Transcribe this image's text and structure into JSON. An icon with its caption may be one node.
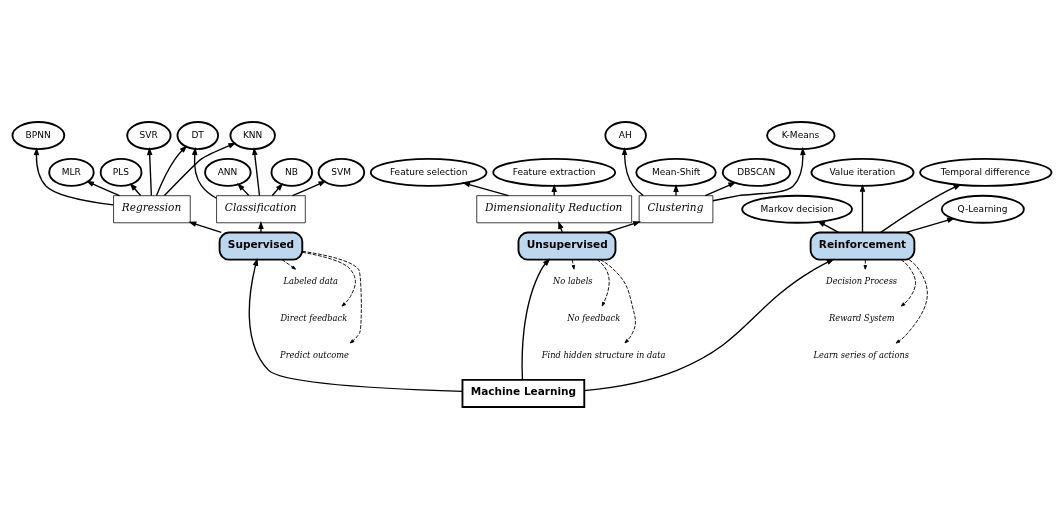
{
  "diagram": {
    "nodes": [
      {
        "text": [
          "Machine Learning"
        ]
      },
      {
        "text": [
          "Supervised"
        ]
      },
      {
        "text": [
          "Unsupervised"
        ]
      },
      {
        "text": [
          "Reinforcement"
        ]
      },
      {
        "text": [
          "Regression"
        ]
      },
      {
        "text": [
          "Classification"
        ]
      },
      {
        "text": [
          "MLR"
        ]
      },
      {
        "text": [
          "PLS"
        ]
      },
      {
        "text": [
          "SVR"
        ]
      },
      {
        "text": [
          "BPNN"
        ]
      },
      {
        "text": [
          "DT"
        ]
      },
      {
        "text": [
          "KNN"
        ]
      },
      {
        "text": [
          "ANN"
        ]
      },
      {
        "text": [
          "NB"
        ]
      },
      {
        "text": [
          "SVM"
        ]
      },
      {
        "text": [
          "Dimensionality Reduction"
        ]
      },
      {
        "text": [
          "Clustering"
        ]
      },
      {
        "text": [
          "Feature extraction"
        ]
      },
      {
        "text": [
          "Feature selection"
        ]
      },
      {
        "text": [
          "K-Means"
        ]
      },
      {
        "text": [
          "AH"
        ]
      },
      {
        "text": [
          "Mean-Shift"
        ]
      },
      {
        "text": [
          "DBSCAN"
        ]
      },
      {
        "text": [
          "Markov decision"
        ]
      },
      {
        "text": [
          "Value iteration"
        ]
      },
      {
        "text": [
          "Temporal difference"
        ]
      },
      {
        "text": [
          "Q-Learning"
        ]
      },
      {
        "text": [
          "Labeled data"
        ]
      },
      {
        "text": [
          "Direct feedback"
        ]
      },
      {
        "text": [
          "Predict outcome"
        ]
      },
      {
        "text": [
          "No labels"
        ]
      },
      {
        "text": [
          "No feedback"
        ]
      },
      {
        "text": [
          "Find hidden structure in data"
        ]
      },
      {
        "text": [
          "Decision Process"
        ]
      },
      {
        "text": [
          "Reward System"
        ]
      },
      {
        "text": [
          "Learn series of actions"
        ]
      }
    ],
    "edges": [
      {
        "from": 0,
        "to": 1,
        "arrow": "to"
      },
      {
        "from": 0,
        "to": 2,
        "arrow": "to"
      },
      {
        "from": 0,
        "to": 3,
        "arrow": "to"
      },
      {
        "from": 1,
        "to": 4,
        "arrow": "to"
      },
      {
        "from": 1,
        "to": 5,
        "arrow": "to"
      },
      {
        "from": 4,
        "to": 6,
        "arrow": "to"
      },
      {
        "from": 4,
        "to": 7,
        "arrow": "to"
      },
      {
        "from": 4,
        "to": 8,
        "arrow": "to"
      },
      {
        "from": 4,
        "to": 9,
        "arrow": "to"
      },
      {
        "from": 4,
        "to": 10,
        "arrow": "to"
      },
      {
        "from": 4,
        "to": 11,
        "arrow": "to"
      },
      {
        "from": 5,
        "to": 10,
        "arrow": "to"
      },
      {
        "from": 5,
        "to": 11,
        "arrow": "to"
      },
      {
        "from": 5,
        "to": 12,
        "arrow": "to"
      },
      {
        "from": 5,
        "to": 13,
        "arrow": "to"
      },
      {
        "from": 5,
        "to": 14,
        "arrow": "to"
      },
      {
        "from": 2,
        "to": 15,
        "arrow": "to"
      },
      {
        "from": 2,
        "to": 16,
        "arrow": "to"
      },
      {
        "from": 15,
        "to": 17,
        "arrow": "to"
      },
      {
        "from": 15,
        "to": 18,
        "arrow": "to"
      },
      {
        "from": 16,
        "to": 19,
        "arrow": "to"
      },
      {
        "from": 16,
        "to": 20,
        "arrow": "to"
      },
      {
        "from": 16,
        "to": 21,
        "arrow": "to"
      },
      {
        "from": 16,
        "to": 22,
        "arrow": "to"
      },
      {
        "from": 3,
        "to": 23,
        "arrow": "to"
      },
      {
        "from": 3,
        "to": 24,
        "arrow": "to"
      },
      {
        "from": 3,
        "to": 25,
        "arrow": "to"
      },
      {
        "from": 3,
        "to": 26,
        "arrow": "to"
      },
      {
        "from": 1,
        "to": 27,
        "arrow": "to",
        "style": "dashed"
      },
      {
        "from": 1,
        "to": 28,
        "arrow": "to",
        "style": "dashed"
      },
      {
        "from": 1,
        "to": 29,
        "arrow": "to",
        "style": "dashed"
      },
      {
        "from": 2,
        "to": 30,
        "arrow": "to",
        "style": "dashed"
      },
      {
        "from": 2,
        "to": 31,
        "arrow": "to",
        "style": "dashed"
      },
      {
        "from": 2,
        "to": 32,
        "arrow": "to",
        "style": "dashed"
      },
      {
        "from": 3,
        "to": 33,
        "arrow": "to",
        "style": "dashed"
      },
      {
        "from": 3,
        "to": 34,
        "arrow": "to",
        "style": "dashed"
      },
      {
        "from": 3,
        "to": 35,
        "arrow": "to",
        "style": "dashed"
      }
    ]
  }
}
